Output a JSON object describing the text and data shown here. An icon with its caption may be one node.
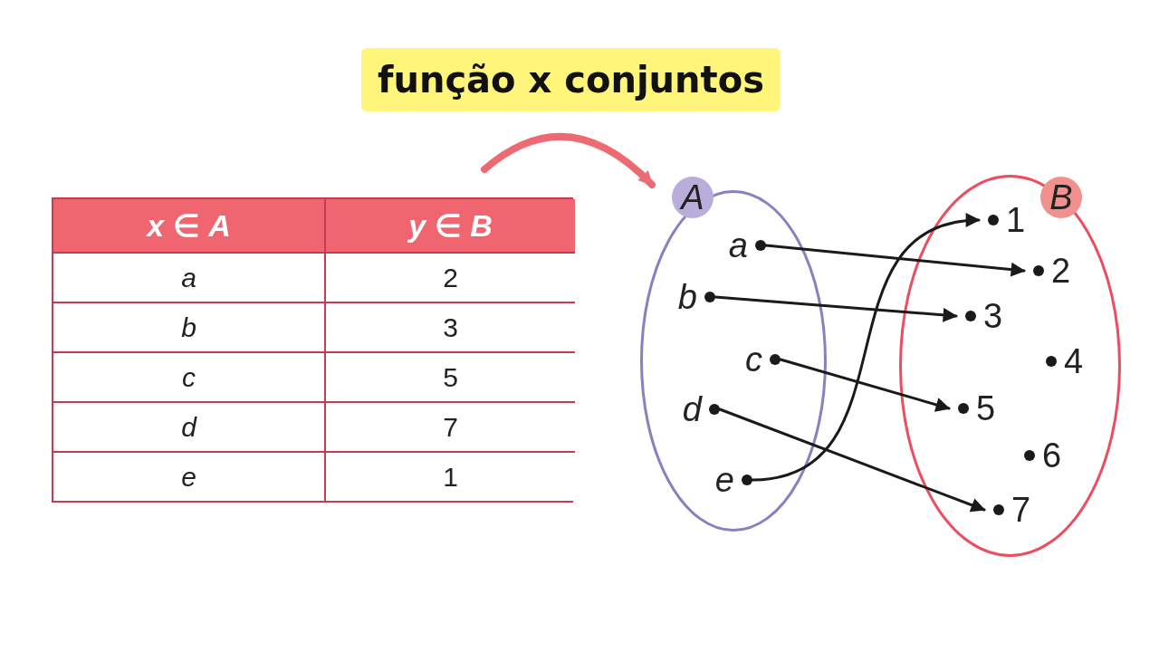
{
  "diagram": {
    "title": "função x conjuntos",
    "nodes": [
      {
        "text": [
          "A"
        ]
      },
      {
        "text": [
          "a"
        ],
        "in": 0
      },
      {
        "text": [
          "b"
        ],
        "in": 0
      },
      {
        "text": [
          "c"
        ],
        "in": 0
      },
      {
        "text": [
          "d"
        ],
        "in": 0
      },
      {
        "text": [
          "e"
        ],
        "in": 0
      },
      {
        "text": [
          "B"
        ]
      },
      {
        "text": [
          "1"
        ],
        "in": 6
      },
      {
        "text": [
          "2"
        ],
        "in": 6
      },
      {
        "text": [
          "3"
        ],
        "in": 6
      },
      {
        "text": [
          "4"
        ],
        "in": 6
      },
      {
        "text": [
          "5"
        ],
        "in": 6
      },
      {
        "text": [
          "6"
        ],
        "in": 6
      },
      {
        "text": [
          "7"
        ],
        "in": 6
      }
    ],
    "edges": [
      {
        "from": 1,
        "to": 8,
        "arrow": "to"
      },
      {
        "from": 2,
        "to": 9,
        "arrow": "to"
      },
      {
        "from": 3,
        "to": 11,
        "arrow": "to"
      },
      {
        "from": 4,
        "to": 13,
        "arrow": "to"
      },
      {
        "from": 5,
        "to": 7,
        "arrow": "to"
      },
      {
        "from": null,
        "to": 0,
        "arrow": "to",
        "style": "thick",
        "color": "#ee6a72"
      }
    ],
    "labels": [
      "*x* ∈ *A*",
      "*y* ∈ *B*",
      "a",
      "2",
      "b",
      "3",
      "c",
      "5",
      "d",
      "7",
      "e",
      "1"
    ]
  }
}
